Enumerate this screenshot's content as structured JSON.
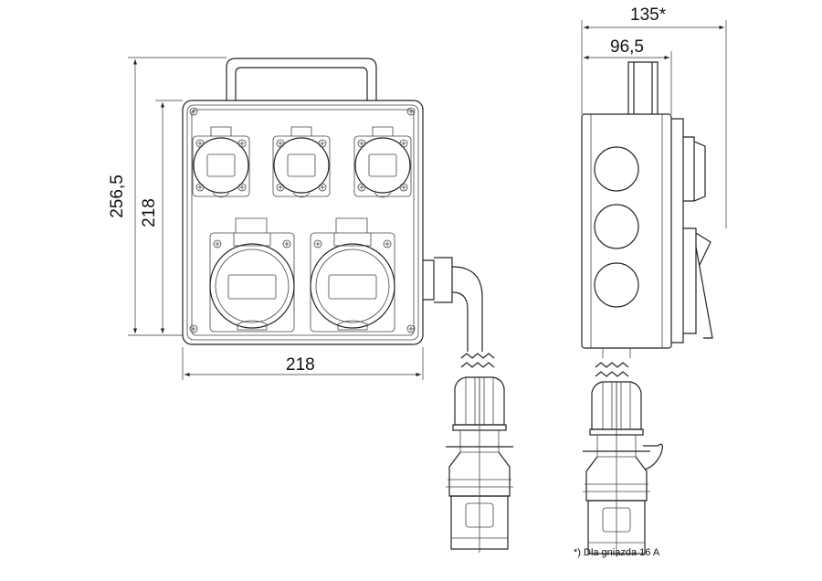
{
  "dimensions": {
    "front_width": "218",
    "front_height_total": "256,5",
    "front_height_box": "218",
    "side_depth_total": "135*",
    "side_depth_box": "96,5"
  },
  "footnote": "*) Dla gniazda 16 A"
}
